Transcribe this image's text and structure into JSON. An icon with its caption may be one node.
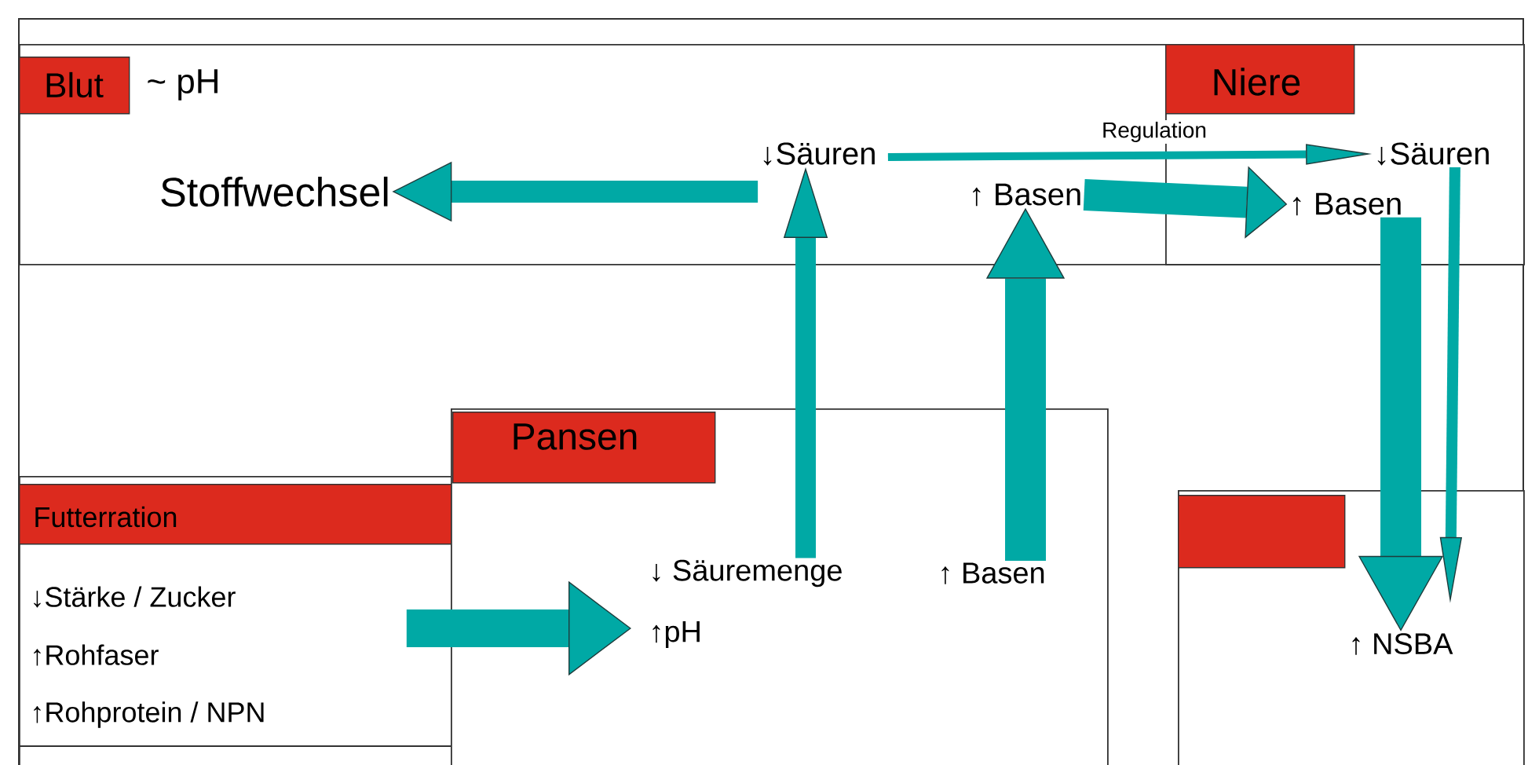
{
  "diagram": {
    "nodes": [
      {
        "text": [
          "Blut",
          "~ pH"
        ]
      },
      {
        "text": [
          "Niere"
        ],
        "in": 0
      },
      {
        "text": [
          "Stoffwechsel"
        ],
        "in": 0
      },
      {
        "text": [
          "↓Säuren"
        ],
        "in": 0
      },
      {
        "text": [
          "↑ Basen"
        ],
        "in": 0
      },
      {
        "text": [
          "↓Säuren"
        ],
        "in": 1
      },
      {
        "text": [
          "↑ Basen"
        ],
        "in": 1
      },
      {
        "text": [
          "Futterration",
          "↓Stärke / Zucker",
          "↑Rohfaser",
          "↑Rohprotein / NPN"
        ]
      },
      {
        "text": [
          "Pansen"
        ]
      },
      {
        "text": [
          "↓ Säuremenge"
        ],
        "in": 8
      },
      {
        "text": [
          "↑ Basen"
        ],
        "in": 8
      },
      {
        "text": [
          "↑pH"
        ],
        "in": 8
      },
      {
        "text": [],
        "shape": "box"
      },
      {
        "text": [
          "↑ NSBA"
        ],
        "in": 12
      }
    ],
    "edges": [
      {
        "from": 3,
        "to": 2,
        "arrow": "to"
      },
      {
        "from": 3,
        "to": 5,
        "arrow": "to",
        "label": "Regulation"
      },
      {
        "from": 4,
        "to": 6,
        "arrow": "to"
      },
      {
        "from": 9,
        "to": 3,
        "arrow": "to"
      },
      {
        "from": 10,
        "to": 4,
        "arrow": "to",
        "style": "thick"
      },
      {
        "from": 6,
        "to": 13,
        "arrow": "to",
        "style": "thick"
      },
      {
        "from": 5,
        "to": 13,
        "arrow": "to"
      },
      {
        "from": 7,
        "to": 11,
        "arrow": "to"
      }
    ]
  }
}
